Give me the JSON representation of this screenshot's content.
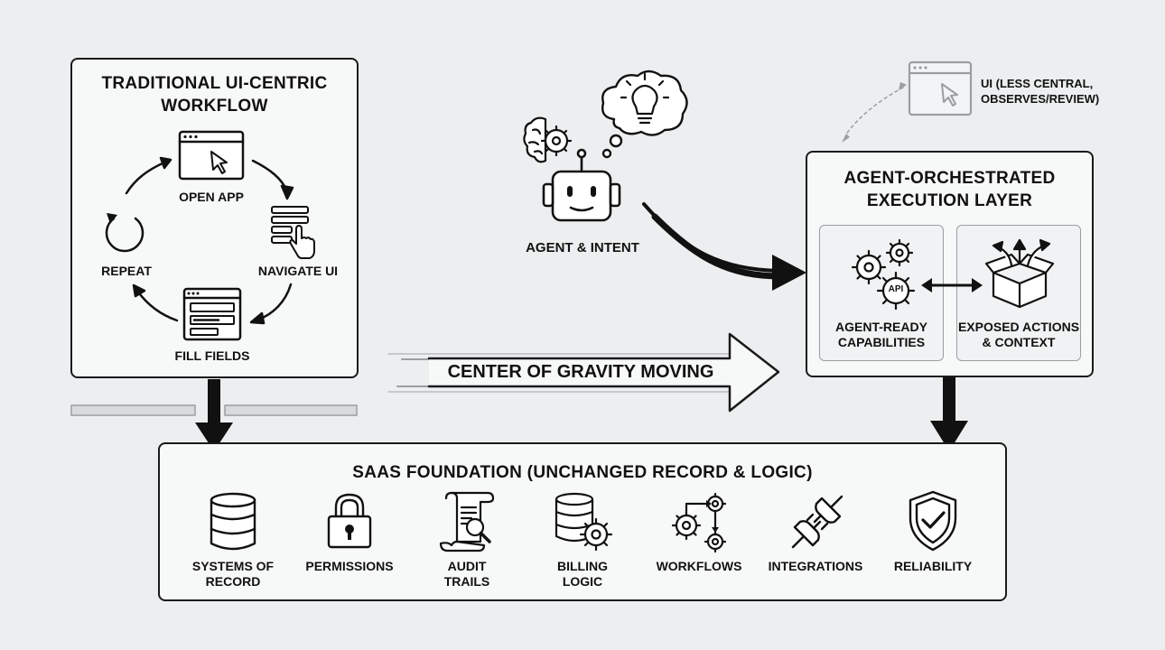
{
  "traditional": {
    "title_line1": "TRADITIONAL UI-CENTRIC",
    "title_line2": "WORKFLOW",
    "steps": {
      "open_app": "OPEN APP",
      "navigate_ui": "NAVIGATE UI",
      "fill_fields": "FILL FIELDS",
      "repeat": "REPEAT"
    }
  },
  "agent": {
    "label": "AGENT & INTENT"
  },
  "ui_note": {
    "line1": "UI (LESS CENTRAL,",
    "line2": "OBSERVES/REVIEW)"
  },
  "execution": {
    "title_line1": "AGENT-ORCHESTRATED",
    "title_line2": "EXECUTION LAYER",
    "capabilities": {
      "line1": "AGENT-READY",
      "line2": "CAPABILITIES"
    },
    "actions": {
      "line1": "EXPOSED ACTIONS",
      "line2": "& CONTEXT"
    },
    "api_badge": "API"
  },
  "center_arrow": {
    "label": "CENTER OF GRAVITY MOVING"
  },
  "foundation": {
    "title": "SAAS FOUNDATION (UNCHANGED RECORD & LOGIC)",
    "items": [
      {
        "line1": "SYSTEMS OF",
        "line2": "RECORD",
        "icon": "database-icon"
      },
      {
        "line1": "PERMISSIONS",
        "line2": "",
        "icon": "lock-icon"
      },
      {
        "line1": "AUDIT",
        "line2": "TRAILS",
        "icon": "audit-scroll-icon"
      },
      {
        "line1": "BILLING",
        "line2": "LOGIC",
        "icon": "database-gear-icon"
      },
      {
        "line1": "WORKFLOWS",
        "line2": "",
        "icon": "workflow-gears-icon"
      },
      {
        "line1": "INTEGRATIONS",
        "line2": "",
        "icon": "plug-icon"
      },
      {
        "line1": "RELIABILITY",
        "line2": "",
        "icon": "shield-check-icon"
      }
    ]
  },
  "colors": {
    "background": "#eceeef",
    "ink": "#111111",
    "panel": "#f7f8f8",
    "muted": "#9a9ea3"
  }
}
